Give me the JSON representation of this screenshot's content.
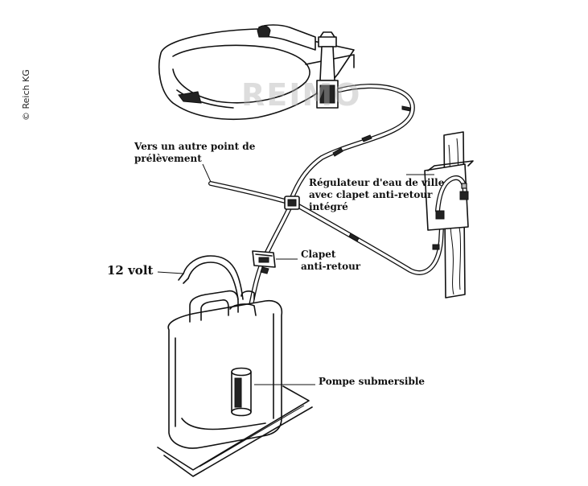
{
  "labels": {
    "other_outlet": [
      "Vers un autre point de",
      "prélèvement"
    ],
    "regulator": [
      "Régulateur d'eau de ville",
      "avec clapet anti-retour",
      "intégré"
    ],
    "check_valve": [
      "Clapet",
      "anti-retour"
    ],
    "voltage": "12 volt",
    "pump": "Pompe submersible"
  },
  "copyright": "© Reich KG",
  "watermark": "REIMO"
}
